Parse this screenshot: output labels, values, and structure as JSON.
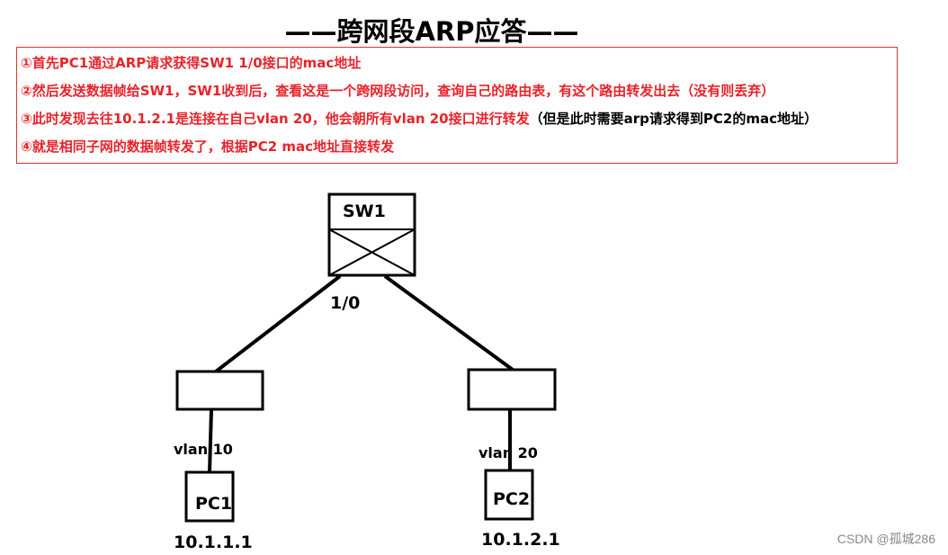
{
  "title": "——跨网段ARP应答——",
  "notes": [
    {
      "text": "①首先PC1通过ARP请求获得SW1 1/0接口的mac地址",
      "suffix": ""
    },
    {
      "text": "②然后发送数据帧给SW1，SW1收到后，查看这是一个跨网段访问，查询自己的路由表，有这个路由转发出去（没有则丢弃）",
      "suffix": ""
    },
    {
      "text": "③此时发现去往10.1.2.1是连接在自己vlan 20，他会朝所有vlan 20接口进行转发",
      "suffix": "（但是此时需要arp请求得到PC2的mac地址）"
    },
    {
      "text": "④就是相同子网的数据帧转发了，根据PC2  mac地址直接转发",
      "suffix": ""
    }
  ],
  "diagram": {
    "switch_label": "SW1",
    "interface_label": "1/0",
    "left_vlan": "vlan 10",
    "right_vlan": "vlan 20",
    "pc1_label": "PC1",
    "pc2_label": "PC2",
    "pc1_ip": "10.1.1.1",
    "pc2_ip": "10.1.2.1"
  },
  "watermark": "CSDN @孤城286"
}
